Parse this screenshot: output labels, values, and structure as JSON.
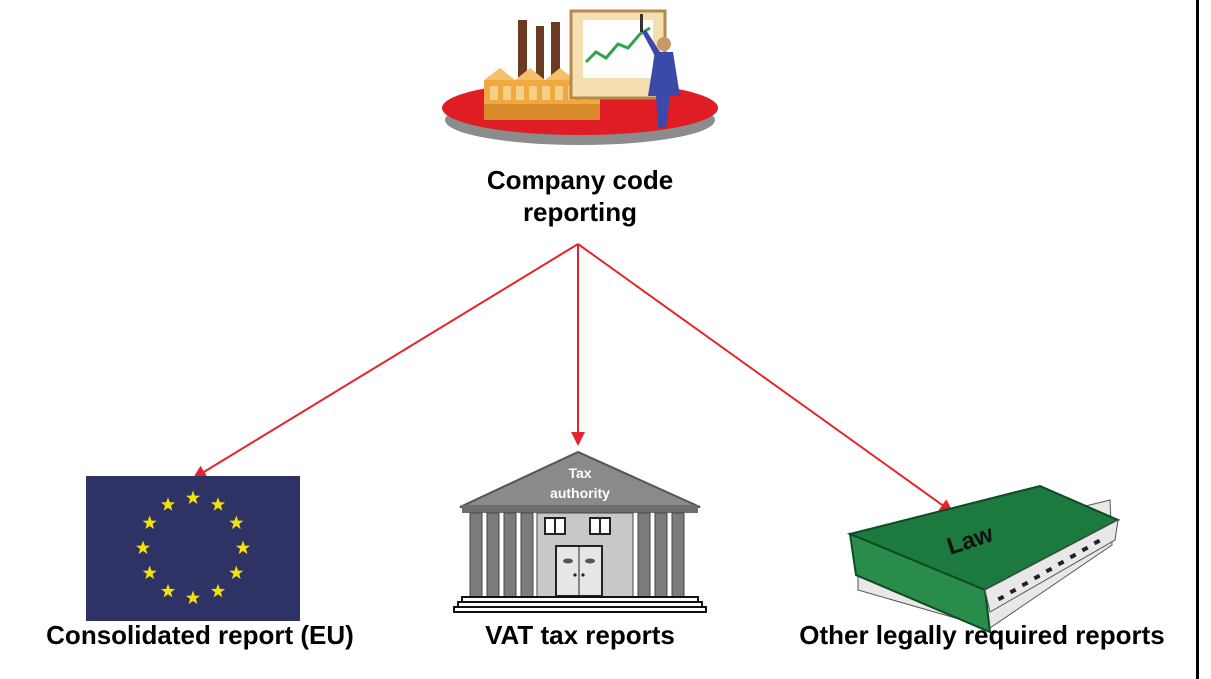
{
  "root": {
    "title_line1": "Company code",
    "title_line2": "reporting",
    "icon": "factory-presentation-icon"
  },
  "children": [
    {
      "id": "eu",
      "label": "Consolidated report (EU)",
      "icon": "eu-flag-icon"
    },
    {
      "id": "vat",
      "label": "VAT tax reports",
      "icon": "tax-authority-building-icon",
      "icon_text_line1": "Tax",
      "icon_text_line2": "authority"
    },
    {
      "id": "law",
      "label": "Other legally required reports",
      "icon": "law-book-icon",
      "icon_text": "Law"
    }
  ],
  "colors": {
    "arrow": "#e3262b",
    "eu_flag_blue": "#2e3264",
    "eu_star_yellow": "#f4e10a",
    "building_grey": "#8a8a8a",
    "book_green": "#1c7a3e",
    "platform_red": "#e01c24"
  }
}
